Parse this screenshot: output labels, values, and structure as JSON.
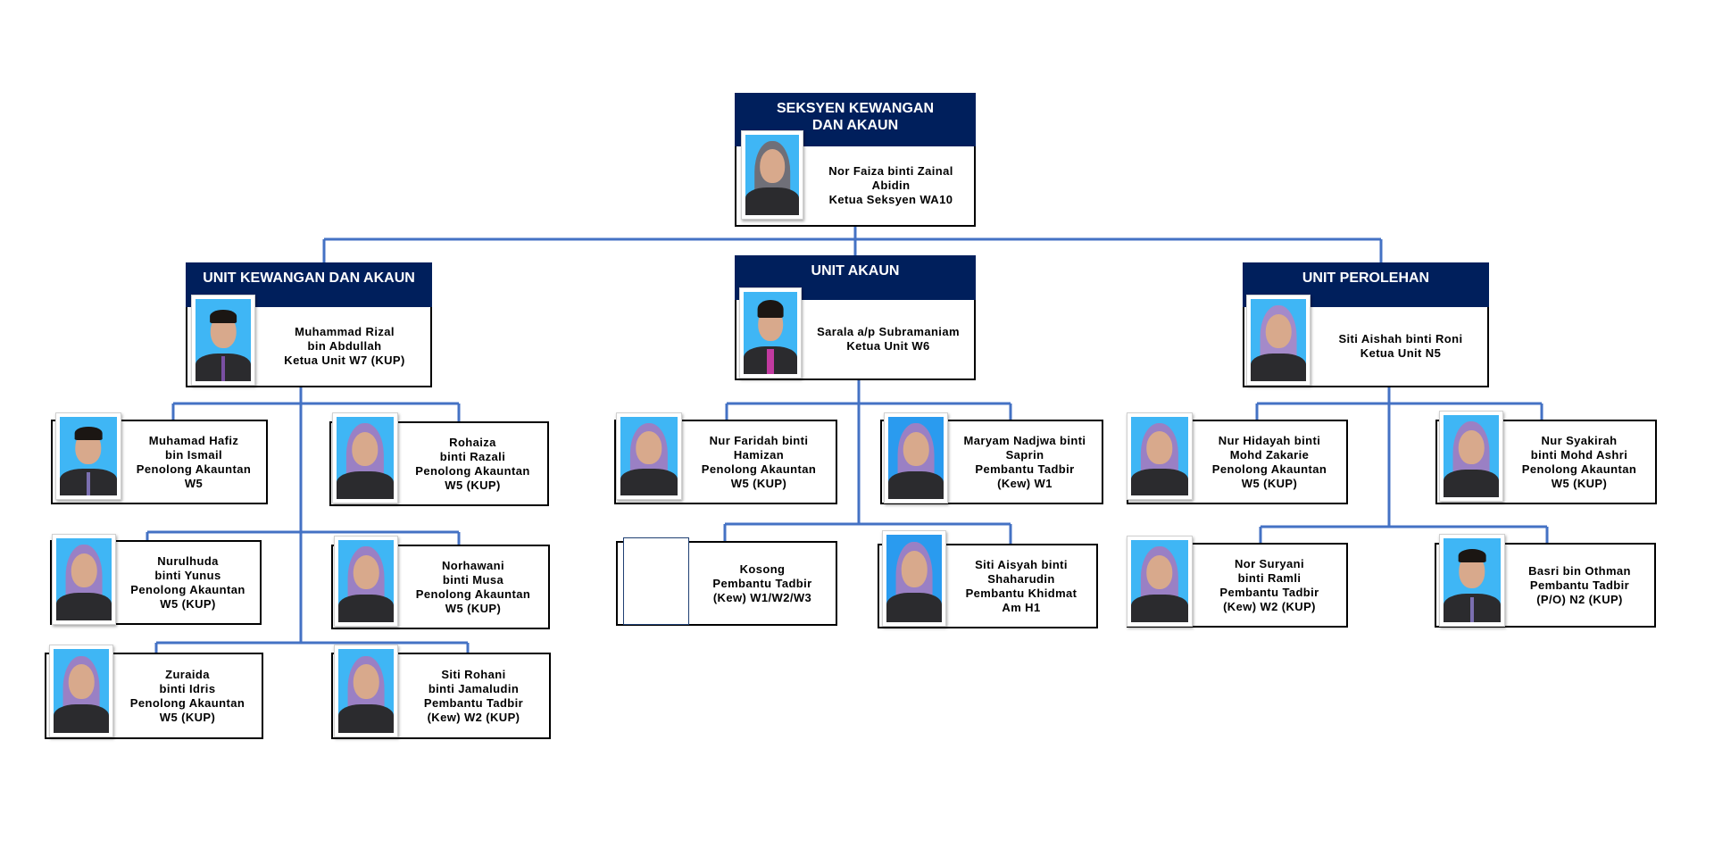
{
  "chart": {
    "title_lines": [
      "SEKSYEN KEWANGAN",
      "DAN AKAUN"
    ],
    "colors": {
      "header_bg": "#001f5c",
      "header_text": "#ffffff",
      "connector": "#4472c4",
      "border": "#000000",
      "photo_bg_light": "#3fb6f5",
      "photo_bg_dark": "#2a9bef"
    },
    "head": {
      "name_lines": [
        "Nor Faiza binti Zainal",
        "Abidin"
      ],
      "position": "Ketua Seksyen WA10",
      "photo": "woman-grey-hijab"
    },
    "units": [
      {
        "title": "UNIT KEWANGAN DAN AKAUN",
        "head": {
          "name_lines": [
            "Muhammad Rizal",
            "bin Abdullah"
          ],
          "position": "Ketua Unit W7 (KUP)",
          "photo": "man-tie"
        },
        "members": [
          {
            "name_lines": [
              "Muhamad Hafiz",
              "bin Ismail"
            ],
            "position_lines": [
              "Penolong Akauntan",
              "W5"
            ],
            "photo": "man-tie"
          },
          {
            "name_lines": [
              "Rohaiza",
              "binti Razali"
            ],
            "position_lines": [
              "Penolong Akauntan",
              "W5 (KUP)"
            ],
            "photo": "woman-purple-hijab"
          },
          {
            "name_lines": [
              "Nurulhuda",
              "binti Yunus"
            ],
            "position_lines": [
              "Penolong Akauntan",
              "W5 (KUP)"
            ],
            "photo": "woman-purple-hijab"
          },
          {
            "name_lines": [
              "Norhawani",
              "binti Musa"
            ],
            "position_lines": [
              "Penolong Akauntan",
              "W5 (KUP)"
            ],
            "photo": "woman-purple-hijab"
          },
          {
            "name_lines": [
              "Zuraida",
              "binti Idris"
            ],
            "position_lines": [
              "Penolong Akauntan",
              "W5 (KUP)"
            ],
            "photo": "woman-purple-hijab"
          },
          {
            "name_lines": [
              "Siti Rohani",
              "binti Jamaludin"
            ],
            "position_lines": [
              "Pembantu Tadbir",
              "(Kew) W2 (KUP)"
            ],
            "photo": "woman-purple-hijab"
          }
        ]
      },
      {
        "title": "UNIT AKAUN",
        "head": {
          "name_lines": [
            "Sarala a/p Subramaniam"
          ],
          "position": "Ketua Unit W6",
          "photo": "woman-no-hijab"
        },
        "members": [
          {
            "name_lines": [
              "Nur Faridah binti",
              "Hamizan"
            ],
            "position_lines": [
              "Penolong Akauntan",
              "W5 (KUP)"
            ],
            "photo": "woman-purple-hijab"
          },
          {
            "name_lines": [
              "Maryam Nadjwa binti",
              "Saprin"
            ],
            "position_lines": [
              "Pembantu Tadbir",
              "(Kew) W1"
            ],
            "photo": "woman-purple-hijab"
          },
          {
            "name_lines": [
              "Kosong"
            ],
            "position_lines": [
              "Pembantu Tadbir",
              "(Kew) W1/W2/W3"
            ],
            "photo": "empty"
          },
          {
            "name_lines": [
              "Siti Aisyah binti",
              "Shaharudin"
            ],
            "position_lines": [
              "Pembantu Khidmat",
              "Am H1"
            ],
            "photo": "woman-purple-hijab"
          }
        ]
      },
      {
        "title": "UNIT PEROLEHAN",
        "head": {
          "name_lines": [
            "Siti Aishah binti Roni"
          ],
          "position": "Ketua Unit N5",
          "photo": "woman-purple-hijab"
        },
        "members": [
          {
            "name_lines": [
              "Nur Hidayah binti",
              "Mohd Zakarie"
            ],
            "position_lines": [
              "Penolong Akauntan",
              "W5 (KUP)"
            ],
            "photo": "woman-purple-hijab"
          },
          {
            "name_lines": [
              "Nur Syakirah",
              "binti Mohd Ashri"
            ],
            "position_lines": [
              "Penolong Akauntan",
              "W5 (KUP)"
            ],
            "photo": "woman-purple-hijab"
          },
          {
            "name_lines": [
              "Nor Suryani",
              "binti Ramli"
            ],
            "position_lines": [
              "Pembantu Tadbir",
              "(Kew) W2 (KUP)"
            ],
            "photo": "woman-purple-hijab"
          },
          {
            "name_lines": [
              "Basri bin Othman"
            ],
            "position_lines": [
              "Pembantu Tadbir",
              "(P/O) N2 (KUP)"
            ],
            "photo": "man-tie"
          }
        ]
      }
    ]
  }
}
